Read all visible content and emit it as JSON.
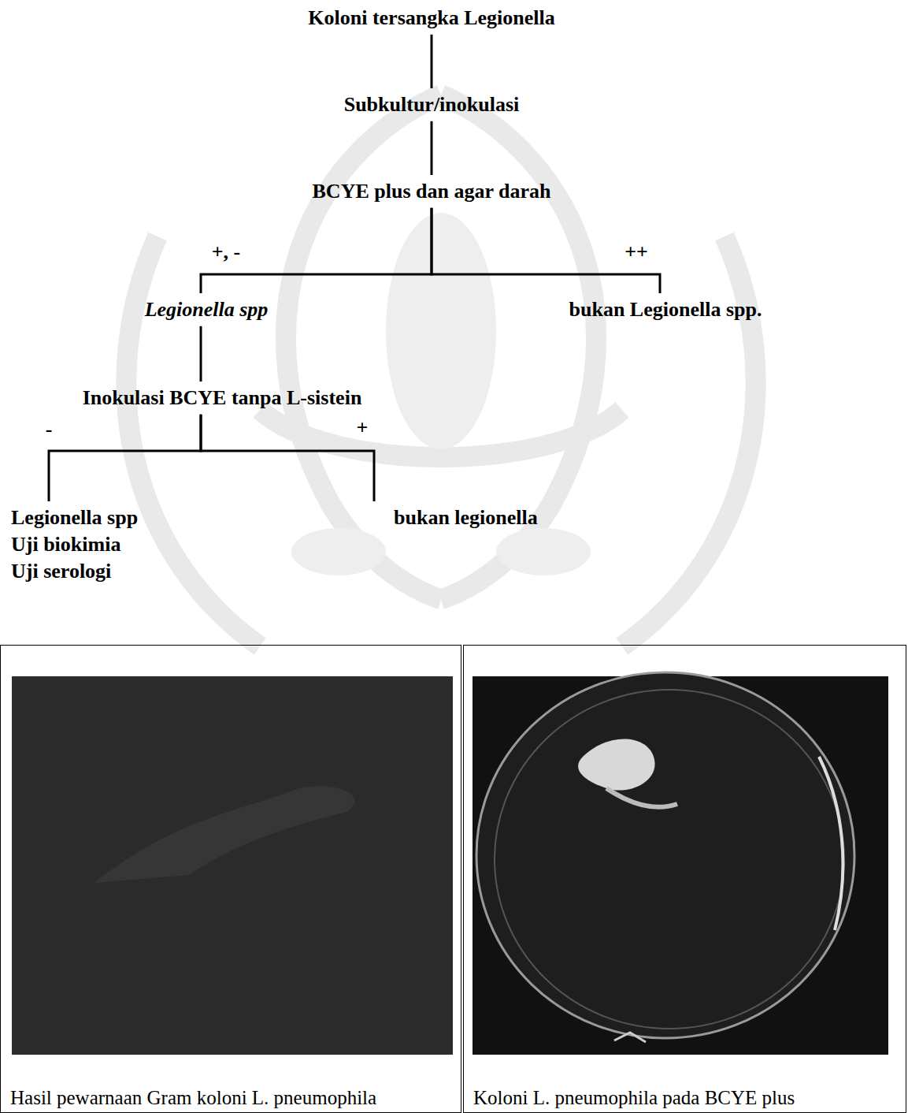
{
  "diagram": {
    "nodes": [
      {
        "text": [
          "Koloni tersangka Legionella"
        ]
      },
      {
        "text": [
          "Subkultur/inokulasi"
        ]
      },
      {
        "text": [
          "BCYE plus dan agar darah"
        ]
      },
      {
        "text": [
          "Legionella spp"
        ]
      },
      {
        "text": [
          "bukan Legionella spp."
        ]
      },
      {
        "text": [
          "Inokulasi BCYE tanpa L-sistein"
        ]
      },
      {
        "text": [
          "Legionella spp",
          "Uji biokimia",
          "Uji serologi"
        ]
      },
      {
        "text": [
          "bukan legionella"
        ]
      },
      {
        "text": [
          "Hasil pewarnaan Gram koloni L. pneumophila"
        ]
      },
      {
        "text": [
          "Koloni L. pneumophila pada BCYE plus"
        ]
      }
    ],
    "edges": [
      {
        "from": 0,
        "to": 1,
        "arrow": "none"
      },
      {
        "from": 1,
        "to": 2,
        "arrow": "none"
      },
      {
        "from": 2,
        "to": 3,
        "label": "+, -",
        "arrow": "none"
      },
      {
        "from": 2,
        "to": 4,
        "label": "++",
        "arrow": "none"
      },
      {
        "from": 3,
        "to": 5,
        "arrow": "none"
      },
      {
        "from": 5,
        "to": 6,
        "label": "-",
        "arrow": "none"
      },
      {
        "from": 5,
        "to": 7,
        "label": "+",
        "arrow": "none"
      }
    ]
  }
}
